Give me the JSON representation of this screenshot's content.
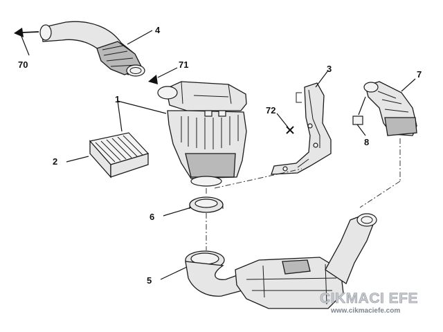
{
  "callouts": {
    "c1": "1",
    "c2": "2",
    "c3": "3",
    "c4": "4",
    "c5": "5",
    "c6": "6",
    "c7": "7",
    "c8": "8",
    "c70": "70",
    "c71": "71",
    "c72": "72"
  },
  "watermark": {
    "title": "CIKMACI EFE",
    "url": "www.cikmaciefe.com"
  }
}
